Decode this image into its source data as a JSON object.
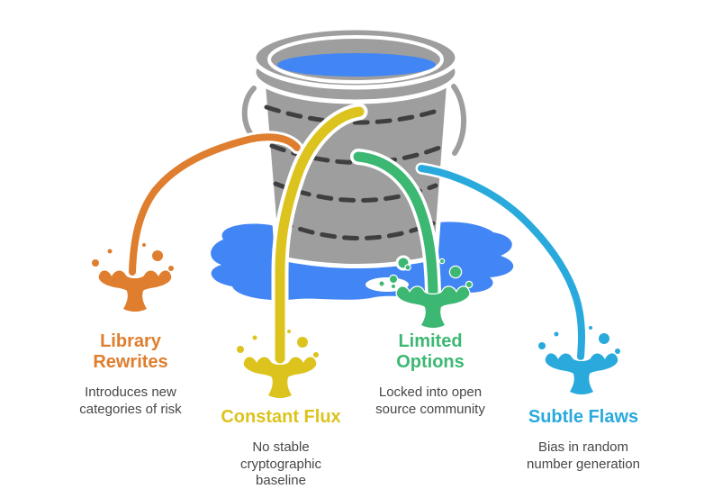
{
  "colors": {
    "orange": "#DE7E2E",
    "yellow": "#DCC31D",
    "green": "#3CB873",
    "blue": "#29A9DC",
    "water": "#4285F4",
    "bucket": "#9E9E9E",
    "dash": "#3F3F3F",
    "text": "#474747",
    "background": "#FFFFFF"
  },
  "illustration": {
    "subject": "Leaking bucket of water with four colored leak streams"
  },
  "leaks": [
    {
      "title": "Library Rewrites",
      "description": "Introduces new categories of risk",
      "color": "#DE7E2E"
    },
    {
      "title": "Constant Flux",
      "description": "No stable cryptographic baseline",
      "color": "#DCC31D"
    },
    {
      "title": "Limited Options",
      "description": "Locked into open source community",
      "color": "#3CB873"
    },
    {
      "title": "Subtle Flaws",
      "description": "Bias in random number generation",
      "color": "#29A9DC"
    }
  ]
}
